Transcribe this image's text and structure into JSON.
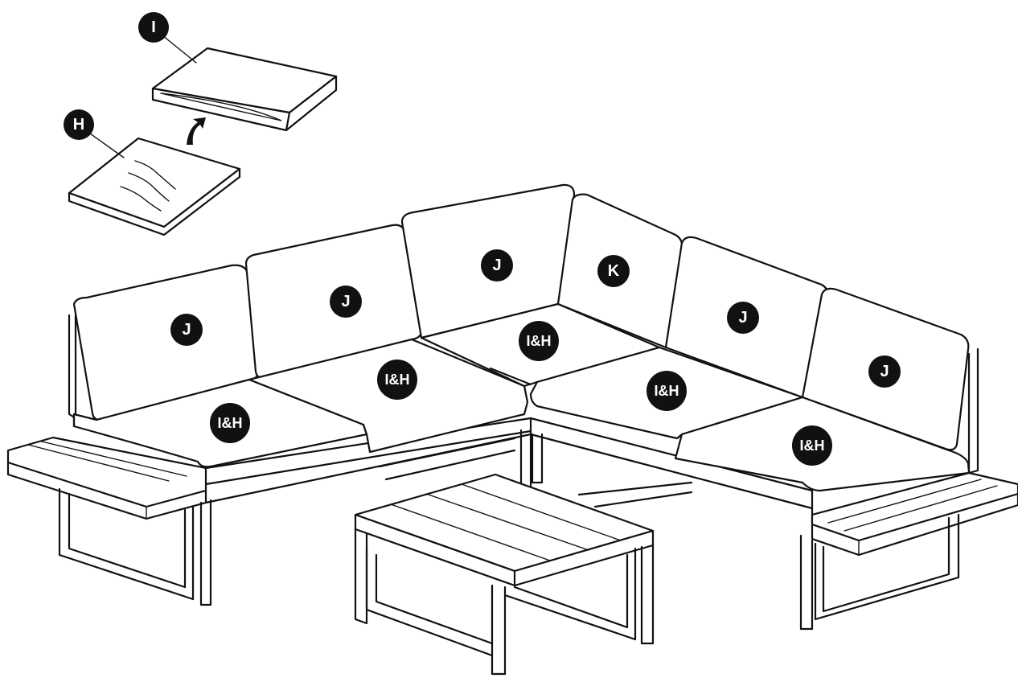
{
  "labels": {
    "cushion_top": "I",
    "cushion_bottom": "H",
    "back_1": "J",
    "back_2": "J",
    "back_3": "J",
    "back_corner": "K",
    "back_4": "J",
    "back_5": "J",
    "seat_1": "I&H",
    "seat_2": "I&H",
    "seat_3": "I&H",
    "seat_4": "I&H",
    "seat_5": "I&H"
  },
  "colors": {
    "line": "#111111",
    "badge": "#111111",
    "badge_text": "#ffffff",
    "fill": "#ffffff"
  }
}
